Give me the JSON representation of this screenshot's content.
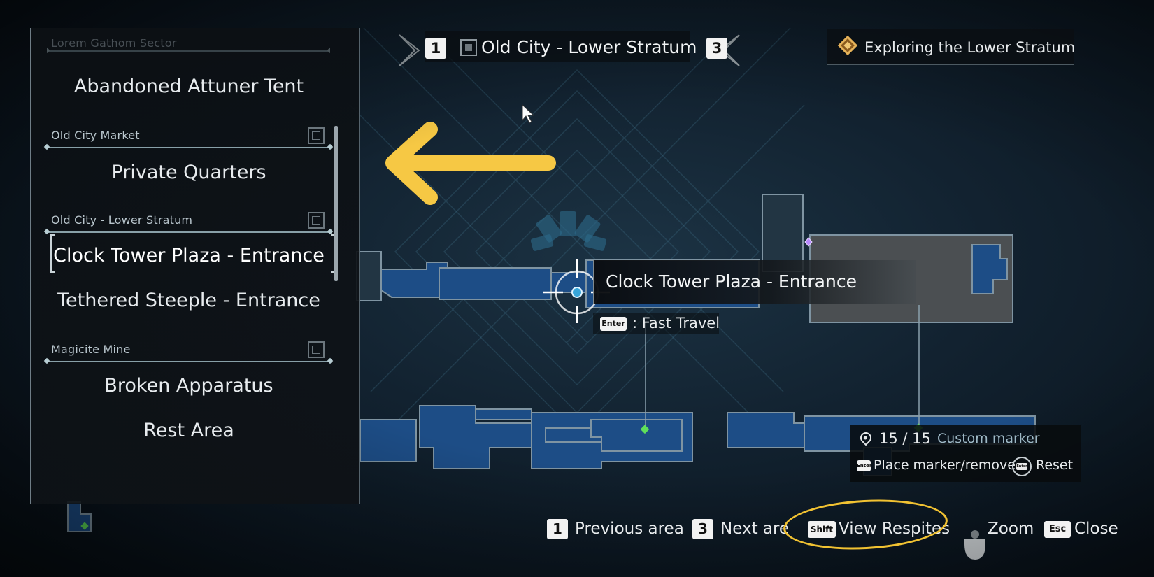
{
  "header": {
    "prev_key": "1",
    "next_key": "3",
    "area_title": "Old City - Lower Stratum"
  },
  "quest": {
    "text": "Exploring the Lower Stratum",
    "icon": "diamond-quest-icon",
    "accent": "#e6b35a"
  },
  "location_list": {
    "partial_header": "Lorem Gathom Sector",
    "sections": [
      {
        "header": "Old City Market",
        "items": [
          "Private Quarters"
        ]
      },
      {
        "header": "Old City - Lower Stratum",
        "items": [
          "Clock Tower Plaza - Entrance",
          "Tethered Steeple - Entrance"
        ]
      },
      {
        "header": "Magicite Mine",
        "items": [
          "Broken Apparatus",
          "Rest Area"
        ]
      }
    ],
    "top_item": "Abandoned Attuner Tent",
    "selected": "Clock Tower Plaza - Entrance"
  },
  "tooltip": {
    "title": "Clock Tower Plaza - Entrance",
    "action_key": "Enter",
    "action_label": ": Fast Travel"
  },
  "marker_panel": {
    "count": "15 / 15",
    "label": "Custom marker",
    "place_key": "Enter",
    "place_label": "Place marker/remove",
    "reset_key": "Enter",
    "reset_label": "Reset"
  },
  "hints": {
    "prev_key": "1",
    "prev_label": "Previous area",
    "next_key": "3",
    "next_label": "Next are",
    "respites_key": "Shift",
    "respites_label": "View Respites",
    "zoom_label": "Zoom",
    "close_key": "Esc",
    "close_label": "Close"
  },
  "colors": {
    "room_fill": "#1d4d86",
    "room_stroke": "#7f94a2",
    "waypoint": "#5fe05a",
    "arrow_annotation": "#f6c844",
    "highlight_ellipse": "#f1c232"
  }
}
